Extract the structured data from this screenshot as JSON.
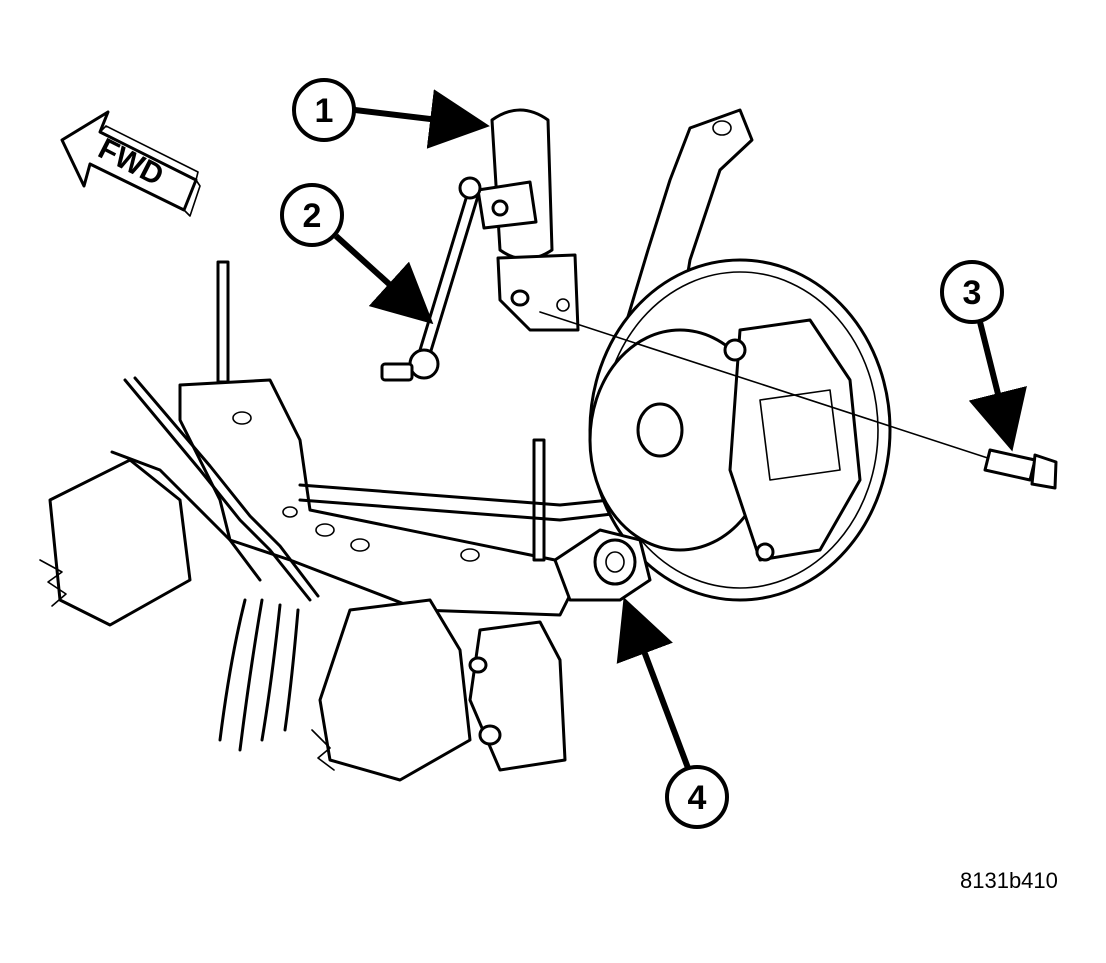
{
  "direction_indicator": {
    "label": "FWD"
  },
  "callouts": [
    {
      "number": "1"
    },
    {
      "number": "2"
    },
    {
      "number": "3"
    },
    {
      "number": "4"
    }
  ],
  "figure_id": "8131b410",
  "colors": {
    "ink": "#000000",
    "paper": "#ffffff"
  }
}
